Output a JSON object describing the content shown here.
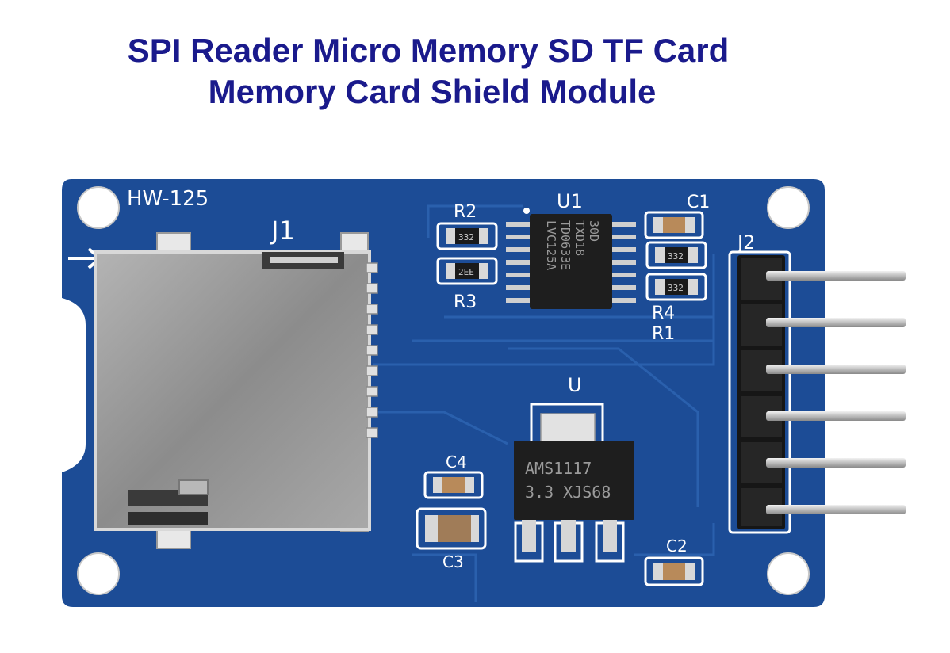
{
  "title": {
    "line1": "SPI Reader Micro Memory SD TF Card",
    "line2": "Memory Card Shield Module"
  },
  "board": {
    "model": "HW-125",
    "card_slot": "J1",
    "header": "J2",
    "level_shifter": "U1",
    "level_shifter_marking": [
      "LVC125A",
      "TD0633E",
      "TXD18",
      "30D"
    ],
    "regulator": "U",
    "regulator_marking": [
      "AMS1117",
      "3.3  XJS68"
    ],
    "resistors": {
      "r1": "R1",
      "r2": "R2",
      "r3": "R3",
      "r4": "R4"
    },
    "resistor_codes": {
      "r2": "332",
      "r3": "2EE",
      "r4": "332",
      "r1": "332"
    },
    "capacitors": {
      "c1": "C1",
      "c2": "C2",
      "c3": "C3",
      "c4": "C4"
    },
    "colors": {
      "pcb": "#1c4c96",
      "silkscreen": "#ffffff",
      "gold": "#d8b45a",
      "slot": "#9c9c9c"
    }
  }
}
